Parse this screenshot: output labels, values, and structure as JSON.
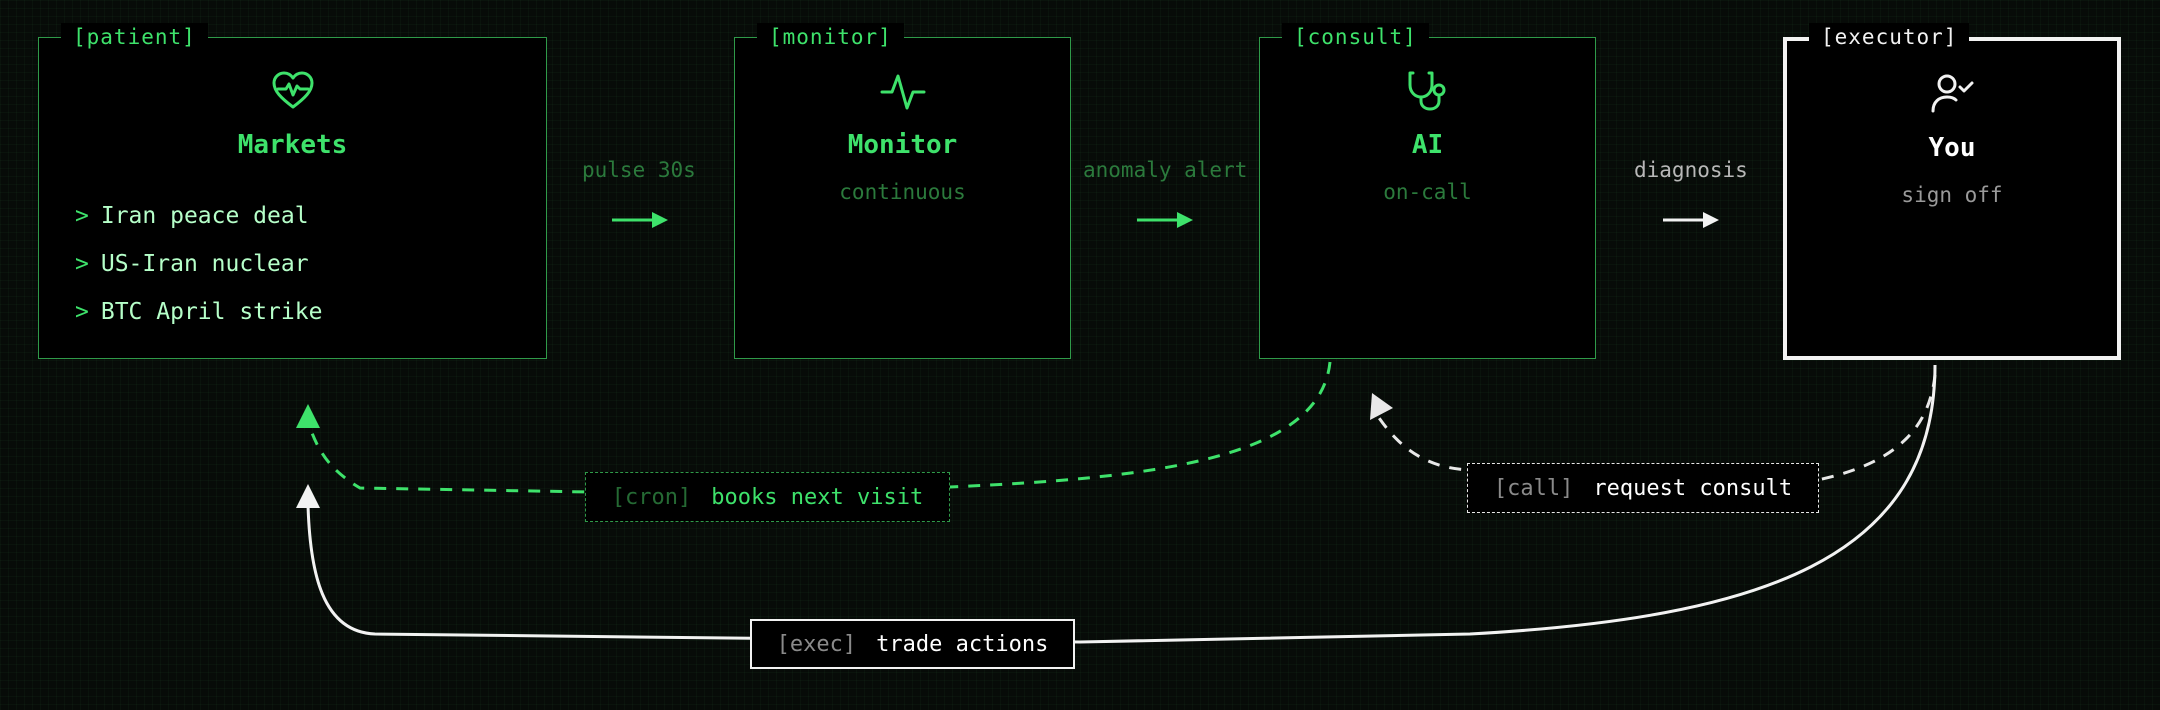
{
  "nodes": {
    "patient": {
      "tag": "[patient]",
      "icon": "heart-pulse-icon",
      "title": "Markets",
      "items": [
        "Iran peace deal",
        "US-Iran nuclear",
        "BTC April strike"
      ],
      "prompt": ">"
    },
    "monitor": {
      "tag": "[monitor]",
      "icon": "activity-icon",
      "title": "Monitor",
      "subtitle": "continuous"
    },
    "consult": {
      "tag": "[consult]",
      "icon": "stethoscope-icon",
      "title": "AI",
      "subtitle": "on-call"
    },
    "executor": {
      "tag": "[executor]",
      "icon": "user-check-icon",
      "title": "You",
      "subtitle": "sign off"
    }
  },
  "edges": {
    "patient_to_monitor": "pulse 30s",
    "monitor_to_consult": "anomaly alert",
    "consult_to_executor": "diagnosis"
  },
  "feedback": {
    "cron": {
      "key": "[cron]",
      "text": "books next visit"
    },
    "call": {
      "key": "[call]",
      "text": "request consult"
    },
    "exec": {
      "key": "[exec]",
      "text": "trade actions"
    }
  },
  "colors": {
    "accent_green": "#3ee26b",
    "border_green": "#2f9a49",
    "dim_green": "#2b7a3c",
    "white": "#f2f2f2",
    "gray": "#9a9a9a",
    "background": "#070b08"
  }
}
